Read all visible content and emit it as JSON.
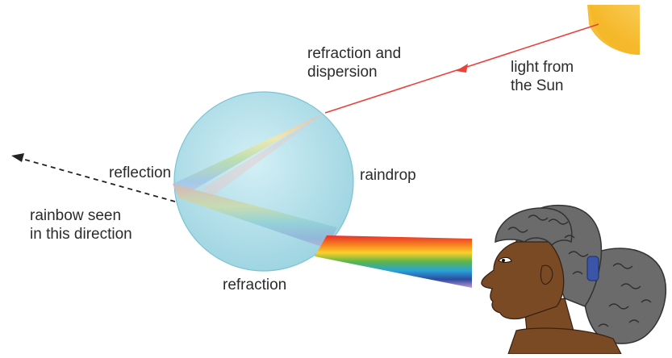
{
  "labels": {
    "refraction_and_dispersion": [
      "refraction and",
      "dispersion"
    ],
    "light_from_sun": [
      "light from",
      "the Sun"
    ],
    "reflection": "reflection",
    "raindrop": "raindrop",
    "rainbow_seen": [
      "rainbow seen",
      "in this direction"
    ],
    "refraction": "refraction"
  },
  "colors": {
    "sun": "#f7c63a",
    "sunlight_ray": "#e8433a",
    "raindrop_fill": "#a9dbe6",
    "raindrop_edge": "#6fbccc",
    "skin": "#7a4a25",
    "hair": "#5a5a5a",
    "hair_tie": "#3a56a8",
    "rainbow": [
      "#e8302a",
      "#f57d20",
      "#fbd02b",
      "#5db548",
      "#2aa3d8",
      "#2d4aa0",
      "#c79ad0"
    ]
  }
}
